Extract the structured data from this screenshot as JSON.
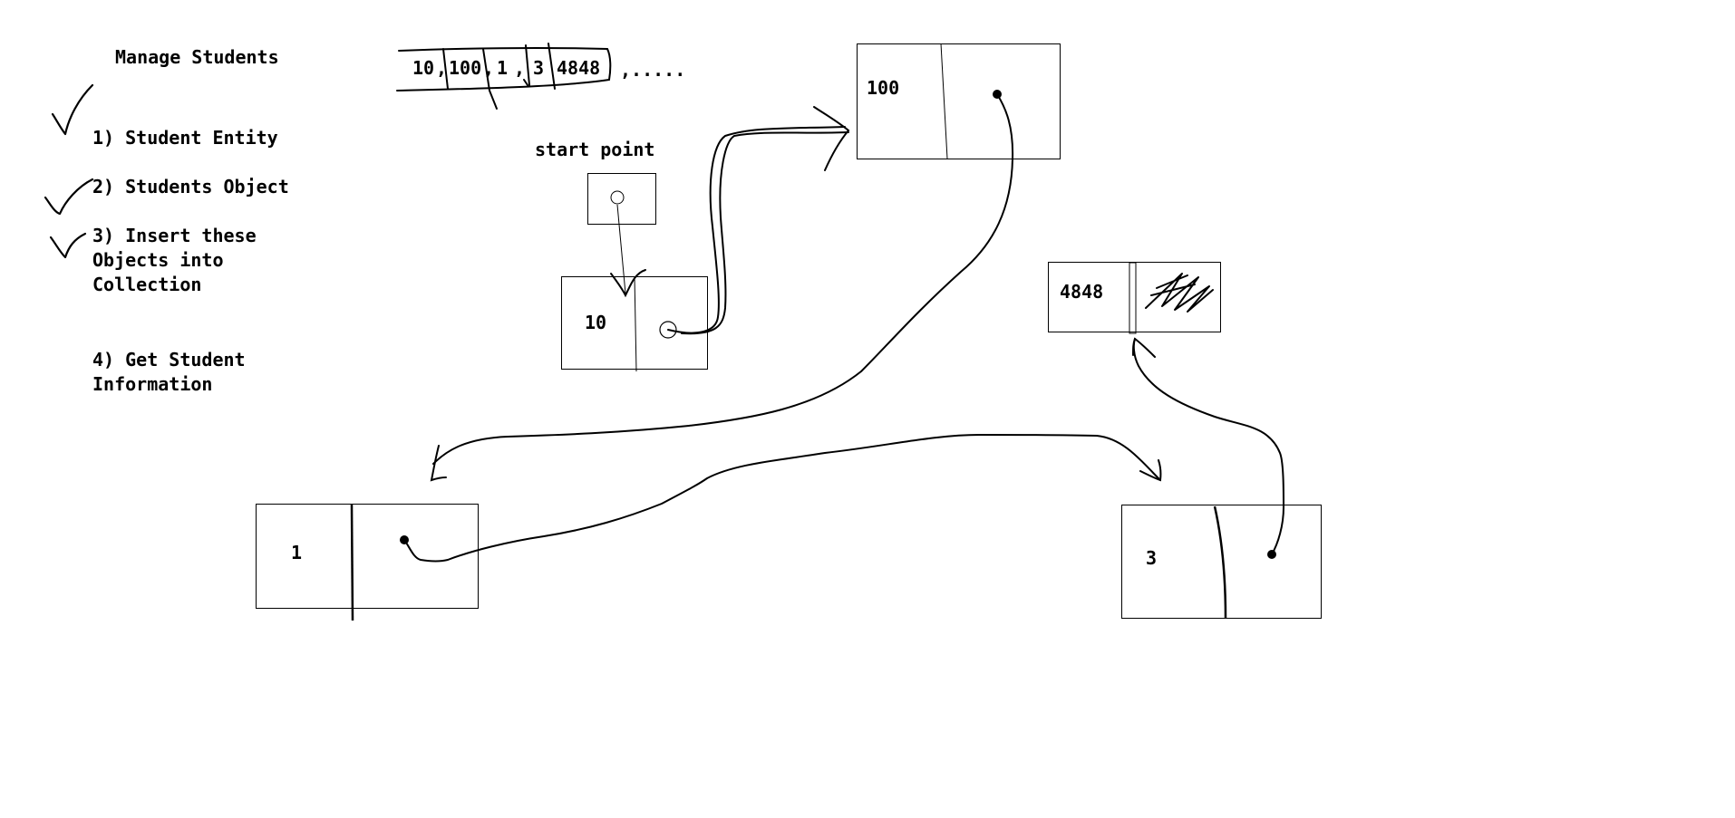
{
  "title": "Manage Students",
  "steps": [
    {
      "label": "1) Student Entity",
      "checked": true
    },
    {
      "label": "2) Students Object",
      "checked": true
    },
    {
      "label": "3) Insert these\nObjects into\nCollection",
      "checked": true
    },
    {
      "label": "4) Get Student\nInformation",
      "checked": false
    }
  ],
  "sequence": {
    "items": [
      "10",
      "100",
      "1",
      "3",
      "4848"
    ],
    "separators": [
      ",",
      ",",
      " ,",
      ""
    ],
    "continuation": ",....."
  },
  "start_point_label": "start point",
  "nodes": [
    {
      "id": "node-10",
      "value": "10"
    },
    {
      "id": "node-100",
      "value": "100"
    },
    {
      "id": "node-1",
      "value": "1"
    },
    {
      "id": "node-3",
      "value": "3"
    },
    {
      "id": "node-4848",
      "value": "4848"
    }
  ]
}
